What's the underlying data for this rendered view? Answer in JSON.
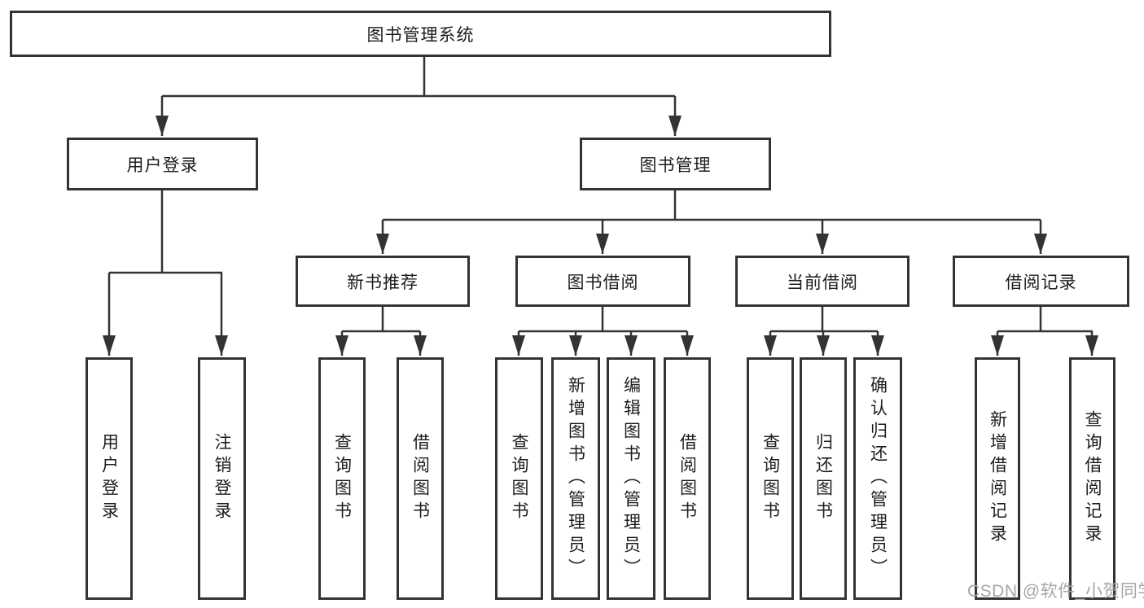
{
  "colors": {
    "line": "#333333",
    "text": "#1c1c1c",
    "watermark": "#a6a6a6",
    "background": "#ffffff"
  },
  "watermark": "CSDN @软件_小贺同学",
  "tree": {
    "root": {
      "label": "图书管理系统"
    },
    "user_login": {
      "label": "用户登录",
      "children": [
        {
          "label": "用户登录"
        },
        {
          "label": "注销登录"
        }
      ]
    },
    "book_management": {
      "label": "图书管理",
      "children": [
        {
          "label": "新书推荐",
          "children": [
            {
              "label": "查询图书"
            },
            {
              "label": "借阅图书"
            }
          ]
        },
        {
          "label": "图书借阅",
          "children": [
            {
              "label": "查询图书"
            },
            {
              "label": "新增图书（管理员）"
            },
            {
              "label": "编辑图书（管理员）"
            },
            {
              "label": "借阅图书"
            }
          ]
        },
        {
          "label": "当前借阅",
          "children": [
            {
              "label": "查询图书"
            },
            {
              "label": "归还图书"
            },
            {
              "label": "确认归还（管理员）"
            }
          ]
        },
        {
          "label": "借阅记录",
          "children": [
            {
              "label": "新增借阅记录"
            },
            {
              "label": "查询借阅记录"
            }
          ]
        }
      ]
    }
  }
}
